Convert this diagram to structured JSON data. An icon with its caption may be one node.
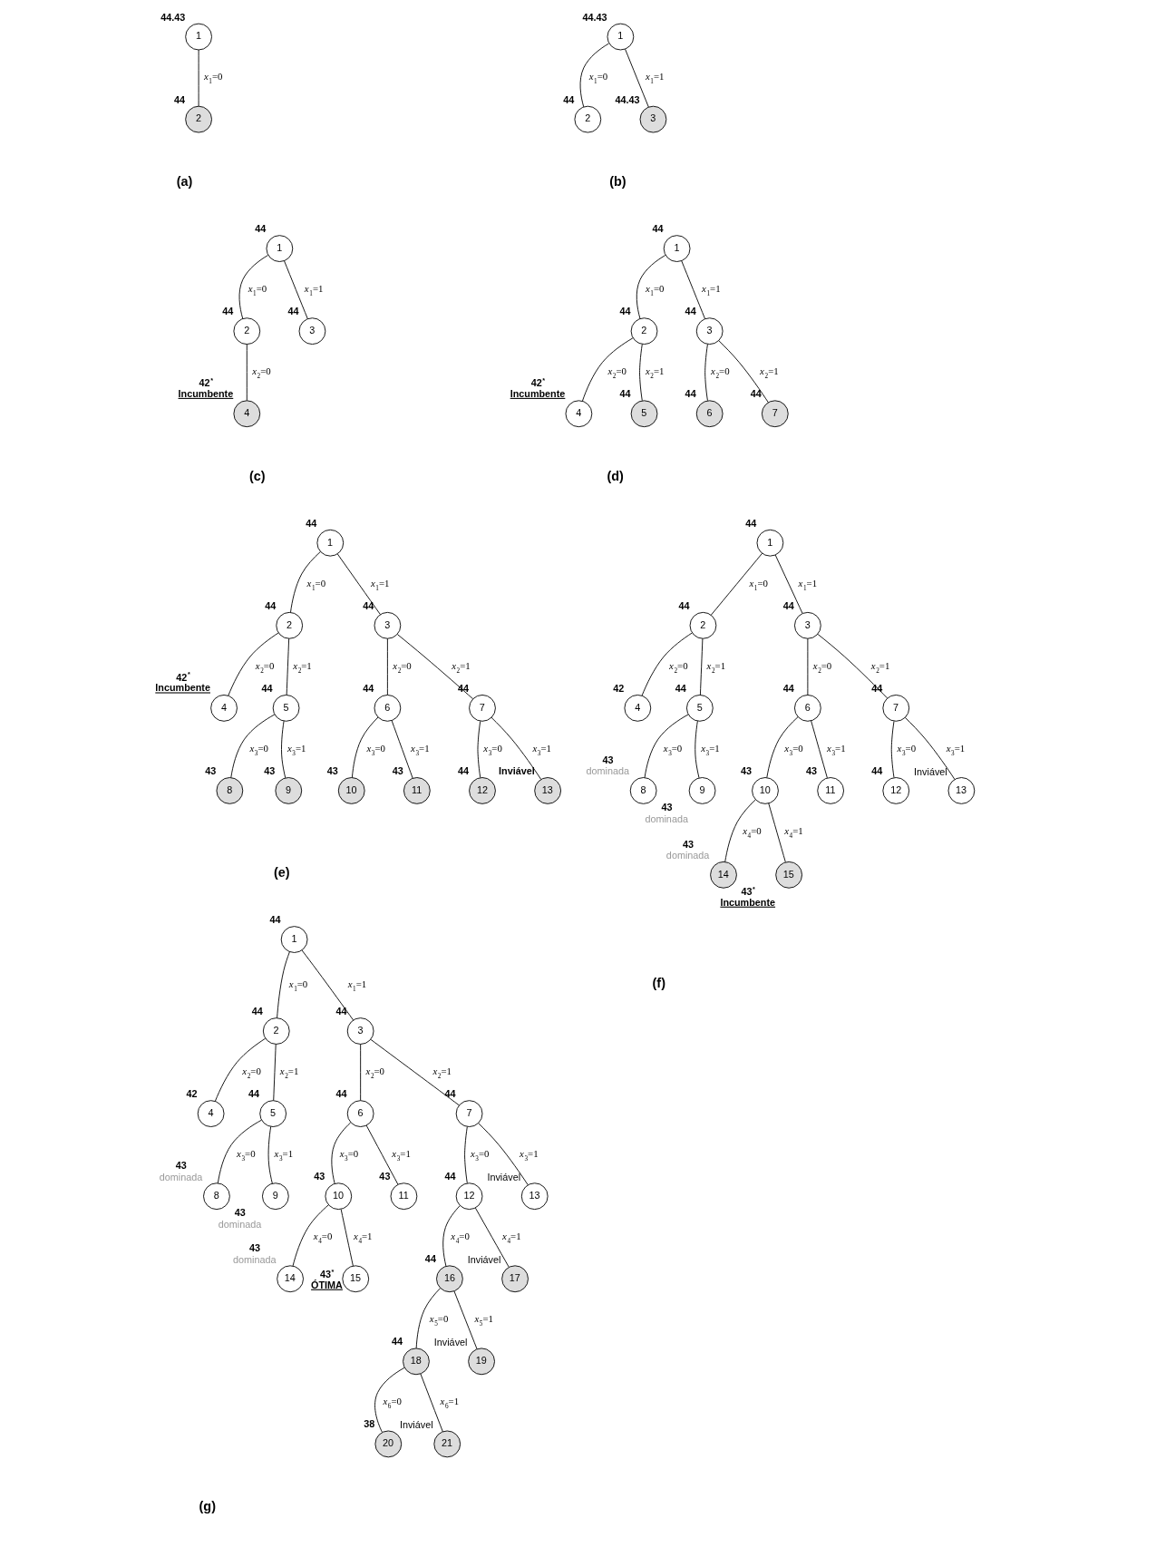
{
  "diagram": {
    "nodes": [
      {
        "text": [
          "1"
        ],
        "beside": [
          "44.43"
        ]
      },
      {
        "text": [
          "2"
        ],
        "beside": [
          "44"
        ]
      },
      {
        "text": [
          "1"
        ],
        "beside": [
          "44.43"
        ]
      },
      {
        "text": [
          "2"
        ],
        "beside": [
          "44"
        ]
      },
      {
        "text": [
          "3"
        ],
        "beside": [
          "44.43"
        ]
      },
      {
        "text": [
          "1"
        ],
        "beside": [
          "44"
        ]
      },
      {
        "text": [
          "2"
        ],
        "beside": [
          "44"
        ]
      },
      {
        "text": [
          "3"
        ],
        "beside": [
          "44"
        ]
      },
      {
        "text": [
          "4"
        ],
        "beside": [
          "42$^{*}$",
          "Incumbente"
        ]
      },
      {
        "text": [
          "1"
        ],
        "beside": [
          "44"
        ]
      },
      {
        "text": [
          "2"
        ],
        "beside": [
          "44"
        ]
      },
      {
        "text": [
          "3"
        ],
        "beside": [
          "44"
        ]
      },
      {
        "text": [
          "4"
        ],
        "beside": [
          "42$^{*}$",
          "Incumbente"
        ]
      },
      {
        "text": [
          "5"
        ],
        "beside": [
          "44"
        ]
      },
      {
        "text": [
          "6"
        ],
        "beside": [
          "44"
        ]
      },
      {
        "text": [
          "7"
        ],
        "beside": [
          "44"
        ]
      },
      {
        "text": [
          "1"
        ],
        "beside": [
          "44"
        ]
      },
      {
        "text": [
          "2"
        ],
        "beside": [
          "44"
        ]
      },
      {
        "text": [
          "3"
        ],
        "beside": [
          "44"
        ]
      },
      {
        "text": [
          "4"
        ],
        "beside": [
          "42$^{*}$",
          "Incumbente"
        ]
      },
      {
        "text": [
          "5"
        ],
        "beside": [
          "44"
        ]
      },
      {
        "text": [
          "6"
        ],
        "beside": [
          "44"
        ]
      },
      {
        "text": [
          "7"
        ],
        "beside": [
          "44"
        ]
      },
      {
        "text": [
          "8"
        ],
        "beside": [
          "43"
        ]
      },
      {
        "text": [
          "9"
        ],
        "beside": [
          "43"
        ]
      },
      {
        "text": [
          "10"
        ],
        "beside": [
          "43"
        ]
      },
      {
        "text": [
          "11"
        ],
        "beside": [
          "43"
        ]
      },
      {
        "text": [
          "12"
        ],
        "beside": [
          "44"
        ]
      },
      {
        "text": [
          "13"
        ],
        "beside": [
          "Inviável"
        ]
      },
      {
        "text": [
          "1"
        ],
        "beside": [
          "44"
        ]
      },
      {
        "text": [
          "2"
        ],
        "beside": [
          "44"
        ]
      },
      {
        "text": [
          "3"
        ],
        "beside": [
          "44"
        ]
      },
      {
        "text": [
          "4"
        ],
        "beside": [
          "42"
        ]
      },
      {
        "text": [
          "5"
        ],
        "beside": [
          "44"
        ]
      },
      {
        "text": [
          "6"
        ],
        "beside": [
          "44"
        ]
      },
      {
        "text": [
          "7"
        ],
        "beside": [
          "44"
        ]
      },
      {
        "text": [
          "8"
        ],
        "beside": [
          "43",
          "dominada"
        ]
      },
      {
        "text": [
          "9"
        ],
        "beside": [
          "43",
          "dominada"
        ]
      },
      {
        "text": [
          "10"
        ],
        "beside": [
          "43"
        ]
      },
      {
        "text": [
          "11"
        ],
        "beside": [
          "43"
        ]
      },
      {
        "text": [
          "12"
        ],
        "beside": [
          "44"
        ]
      },
      {
        "text": [
          "13"
        ],
        "beside": [
          "Inviável"
        ]
      },
      {
        "text": [
          "14"
        ],
        "beside": [
          "43",
          "dominada"
        ]
      },
      {
        "text": [
          "15"
        ],
        "beside": [
          "43$^{*}$",
          "Incumbente"
        ]
      },
      {
        "text": [
          "1"
        ],
        "beside": [
          "44"
        ]
      },
      {
        "text": [
          "2"
        ],
        "beside": [
          "44"
        ]
      },
      {
        "text": [
          "3"
        ],
        "beside": [
          "44"
        ]
      },
      {
        "text": [
          "4"
        ],
        "beside": [
          "42"
        ]
      },
      {
        "text": [
          "5"
        ],
        "beside": [
          "44"
        ]
      },
      {
        "text": [
          "6"
        ],
        "beside": [
          "44"
        ]
      },
      {
        "text": [
          "7"
        ],
        "beside": [
          "44"
        ]
      },
      {
        "text": [
          "8"
        ],
        "beside": [
          "43",
          "dominada"
        ]
      },
      {
        "text": [
          "9"
        ],
        "beside": [
          "43",
          "dominada"
        ]
      },
      {
        "text": [
          "10"
        ],
        "beside": [
          "43"
        ]
      },
      {
        "text": [
          "11"
        ],
        "beside": [
          "43"
        ]
      },
      {
        "text": [
          "12"
        ],
        "beside": [
          "44"
        ]
      },
      {
        "text": [
          "13"
        ],
        "beside": [
          "Inviável"
        ]
      },
      {
        "text": [
          "14"
        ],
        "beside": [
          "43",
          "dominada"
        ]
      },
      {
        "text": [
          "15"
        ],
        "beside": [
          "43$^{*}$",
          "ÓTIMA"
        ]
      },
      {
        "text": [
          "16"
        ],
        "beside": [
          "44"
        ]
      },
      {
        "text": [
          "17"
        ],
        "beside": [
          "Inviável"
        ]
      },
      {
        "text": [
          "18"
        ],
        "beside": [
          "44"
        ]
      },
      {
        "text": [
          "19"
        ],
        "beside": [
          "Inviável"
        ]
      },
      {
        "text": [
          "20"
        ],
        "beside": [
          "38"
        ]
      },
      {
        "text": [
          "21"
        ],
        "beside": [
          "Inviável"
        ]
      }
    ],
    "edges": [
      {
        "from": 0,
        "to": 1,
        "arrow": "none",
        "label": "*x*$_{1}$=0"
      },
      {
        "from": 2,
        "to": 3,
        "arrow": "none",
        "label": "*x*$_{1}$=0"
      },
      {
        "from": 2,
        "to": 4,
        "arrow": "none",
        "label": "*x*$_{1}$=1"
      },
      {
        "from": 5,
        "to": 6,
        "arrow": "none",
        "label": "*x*$_{1}$=0"
      },
      {
        "from": 5,
        "to": 7,
        "arrow": "none",
        "label": "*x*$_{1}$=1"
      },
      {
        "from": 6,
        "to": 8,
        "arrow": "none",
        "label": "*x*$_{2}$=0"
      },
      {
        "from": 9,
        "to": 10,
        "arrow": "none",
        "label": "*x*$_{1}$=0"
      },
      {
        "from": 9,
        "to": 11,
        "arrow": "none",
        "label": "*x*$_{1}$=1"
      },
      {
        "from": 10,
        "to": 12,
        "arrow": "none",
        "label": "*x*$_{2}$=0"
      },
      {
        "from": 10,
        "to": 13,
        "arrow": "none",
        "label": "*x*$_{2}$=1"
      },
      {
        "from": 11,
        "to": 14,
        "arrow": "none",
        "label": "*x*$_{2}$=0"
      },
      {
        "from": 11,
        "to": 15,
        "arrow": "none",
        "label": "*x*$_{2}$=1"
      },
      {
        "from": 16,
        "to": 17,
        "arrow": "none",
        "label": "*x*$_{1}$=0"
      },
      {
        "from": 16,
        "to": 18,
        "arrow": "none",
        "label": "*x*$_{1}$=1"
      },
      {
        "from": 17,
        "to": 19,
        "arrow": "none",
        "label": "*x*$_{2}$=0"
      },
      {
        "from": 17,
        "to": 20,
        "arrow": "none",
        "label": "*x*$_{2}$=1"
      },
      {
        "from": 18,
        "to": 21,
        "arrow": "none",
        "label": "*x*$_{2}$=0"
      },
      {
        "from": 18,
        "to": 22,
        "arrow": "none",
        "label": "*x*$_{2}$=1"
      },
      {
        "from": 20,
        "to": 23,
        "arrow": "none",
        "label": "*x*$_{3}$=0"
      },
      {
        "from": 20,
        "to": 24,
        "arrow": "none",
        "label": "*x*$_{3}$=1"
      },
      {
        "from": 21,
        "to": 25,
        "arrow": "none",
        "label": "*x*$_{3}$=0"
      },
      {
        "from": 21,
        "to": 26,
        "arrow": "none",
        "label": "*x*$_{3}$=1"
      },
      {
        "from": 22,
        "to": 27,
        "arrow": "none",
        "label": "*x*$_{3}$=0"
      },
      {
        "from": 22,
        "to": 28,
        "arrow": "none",
        "label": "*x*$_{3}$=1"
      },
      {
        "from": 29,
        "to": 30,
        "arrow": "none",
        "label": "*x*$_{1}$=0"
      },
      {
        "from": 29,
        "to": 31,
        "arrow": "none",
        "label": "*x*$_{1}$=1"
      },
      {
        "from": 30,
        "to": 32,
        "arrow": "none",
        "label": "*x*$_{2}$=0"
      },
      {
        "from": 30,
        "to": 33,
        "arrow": "none",
        "label": "*x*$_{2}$=1"
      },
      {
        "from": 31,
        "to": 34,
        "arrow": "none",
        "label": "*x*$_{2}$=0"
      },
      {
        "from": 31,
        "to": 35,
        "arrow": "none",
        "label": "*x*$_{2}$=1"
      },
      {
        "from": 33,
        "to": 36,
        "arrow": "none",
        "label": "*x*$_{3}$=0"
      },
      {
        "from": 33,
        "to": 37,
        "arrow": "none",
        "label": "*x*$_{3}$=1"
      },
      {
        "from": 34,
        "to": 38,
        "arrow": "none",
        "label": "*x*$_{3}$=0"
      },
      {
        "from": 34,
        "to": 39,
        "arrow": "none",
        "label": "*x*$_{3}$=1"
      },
      {
        "from": 35,
        "to": 40,
        "arrow": "none",
        "label": "*x*$_{3}$=0"
      },
      {
        "from": 35,
        "to": 41,
        "arrow": "none",
        "label": "*x*$_{3}$=1"
      },
      {
        "from": 38,
        "to": 42,
        "arrow": "none",
        "label": "*x*$_{4}$=0"
      },
      {
        "from": 38,
        "to": 43,
        "arrow": "none",
        "label": "*x*$_{4}$=1"
      },
      {
        "from": 44,
        "to": 45,
        "arrow": "none",
        "label": "*x*$_{1}$=0"
      },
      {
        "from": 44,
        "to": 46,
        "arrow": "none",
        "label": "*x*$_{1}$=1"
      },
      {
        "from": 45,
        "to": 47,
        "arrow": "none",
        "label": "*x*$_{2}$=0"
      },
      {
        "from": 45,
        "to": 48,
        "arrow": "none",
        "label": "*x*$_{2}$=1"
      },
      {
        "from": 46,
        "to": 49,
        "arrow": "none",
        "label": "*x*$_{2}$=0"
      },
      {
        "from": 46,
        "to": 50,
        "arrow": "none",
        "label": "*x*$_{2}$=1"
      },
      {
        "from": 48,
        "to": 51,
        "arrow": "none",
        "label": "*x*$_{3}$=0"
      },
      {
        "from": 48,
        "to": 52,
        "arrow": "none",
        "label": "*x*$_{3}$=1"
      },
      {
        "from": 49,
        "to": 53,
        "arrow": "none",
        "label": "*x*$_{3}$=0"
      },
      {
        "from": 49,
        "to": 54,
        "arrow": "none",
        "label": "*x*$_{3}$=1"
      },
      {
        "from": 50,
        "to": 55,
        "arrow": "none",
        "label": "*x*$_{3}$=0"
      },
      {
        "from": 50,
        "to": 56,
        "arrow": "none",
        "label": "*x*$_{3}$=1"
      },
      {
        "from": 53,
        "to": 57,
        "arrow": "none",
        "label": "*x*$_{4}$=0"
      },
      {
        "from": 53,
        "to": 58,
        "arrow": "none",
        "label": "*x*$_{4}$=1"
      },
      {
        "from": 55,
        "to": 59,
        "arrow": "none",
        "label": "*x*$_{4}$=0"
      },
      {
        "from": 55,
        "to": 60,
        "arrow": "none",
        "label": "*x*$_{4}$=1"
      },
      {
        "from": 59,
        "to": 61,
        "arrow": "none",
        "label": "*x*$_{5}$=0"
      },
      {
        "from": 59,
        "to": 62,
        "arrow": "none",
        "label": "*x*$_{5}$=1"
      },
      {
        "from": 61,
        "to": 63,
        "arrow": "none",
        "label": "*x*$_{6}$=0"
      },
      {
        "from": 61,
        "to": 64,
        "arrow": "none",
        "label": "*x*$_{6}$=1"
      }
    ],
    "labels": [
      "(a)",
      "(b)",
      "(c)",
      "(d)",
      "(e)",
      "(f)",
      "(g)"
    ]
  }
}
